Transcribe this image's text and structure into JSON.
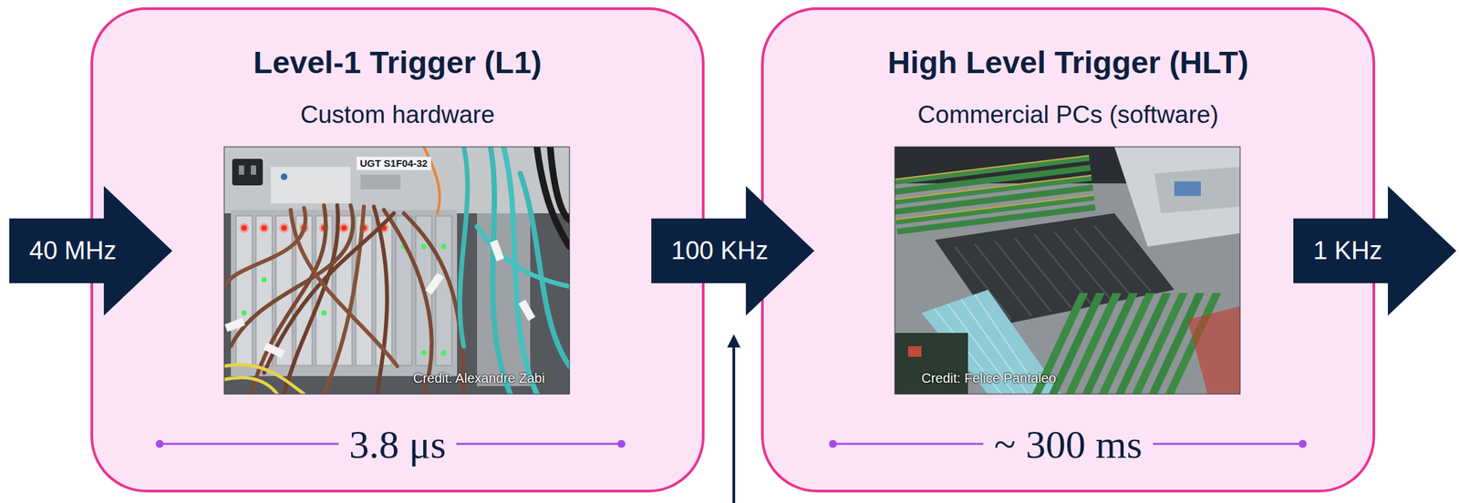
{
  "diagram": {
    "nodes": [
      {
        "text": [
          "40 MHz"
        ]
      },
      {
        "text": [
          "Level-1 Trigger (L1)",
          "Custom hardware",
          "3.8 μs"
        ]
      },
      {
        "text": [
          "100 KHz"
        ]
      },
      {
        "text": [
          "High Level Trigger (HLT)",
          "Commercial PCs (software)",
          "~ 300 ms"
        ]
      },
      {
        "text": [
          "1 KHz"
        ]
      }
    ],
    "labels": [
      "UGT S1F04-32",
      "Credit: Alexandre Zabi",
      "Credit: Felice Pantaleo"
    ]
  }
}
